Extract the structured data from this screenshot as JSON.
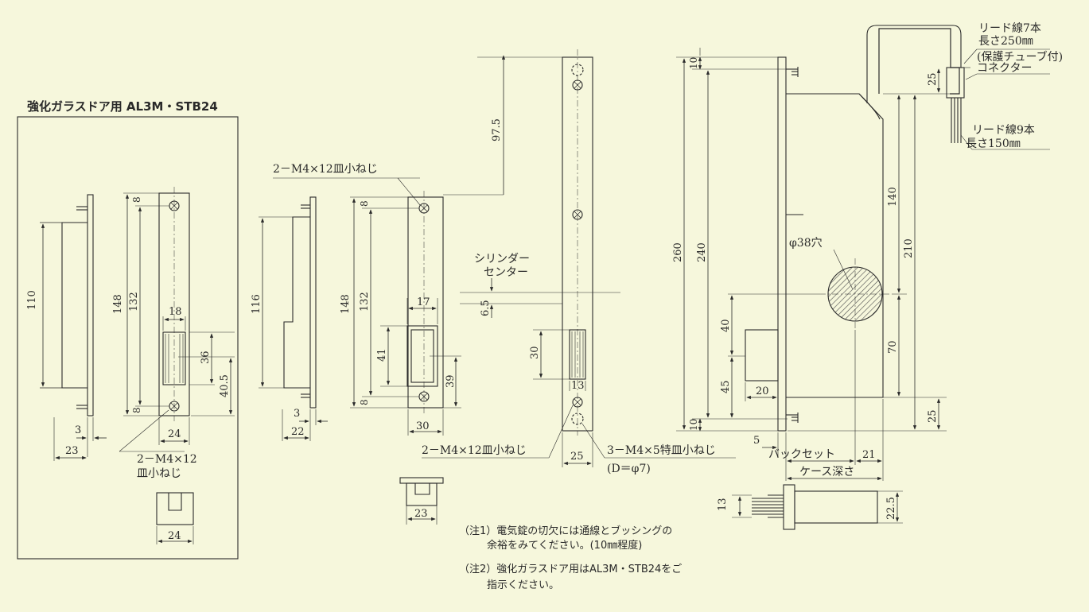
{
  "colors": {
    "background": "#f6f7dc",
    "line": "#2a2a2a",
    "hatch": "#555555"
  },
  "left_panel": {
    "title": "強化ガラスドア用 AL3M・STB24",
    "dims": [
      "110",
      "3",
      "23",
      "148",
      "132",
      "8",
      "8",
      "18",
      "36",
      "40.5",
      "24",
      "24"
    ],
    "screw_label_1": "2－M4×12",
    "screw_label_2": "皿小ねじ"
  },
  "middle": {
    "screw_label": "2－M4×12皿小ねじ",
    "dims": [
      "116",
      "3",
      "22",
      "148",
      "132",
      "8",
      "8",
      "17",
      "41",
      "39",
      "30",
      "23"
    ]
  },
  "faceplate": {
    "dims": [
      "97.5",
      "6.5",
      "30",
      "13",
      "25"
    ],
    "cylinder_label_1": "シリンダー",
    "cylinder_label_2": "センター",
    "screw_label_a": "2－M4×12皿小ねじ",
    "screw_label_b": "3－M4×5特皿小ねじ",
    "screw_label_b2": "(D＝φ7)"
  },
  "lock_body": {
    "dims_left": [
      "10",
      "260",
      "240",
      "40",
      "45",
      "10"
    ],
    "dims_right": [
      "25",
      "140",
      "210",
      "70",
      "25"
    ],
    "dims_bottom": [
      "20",
      "5",
      "21",
      "13",
      "22.5"
    ],
    "hole_label": "φ38穴",
    "backset_label": "バックセット",
    "case_depth_label": "ケース深さ",
    "lead7_1": "リード線7本",
    "lead7_2": "長さ250㎜",
    "lead7_3": "(保護チューブ付)",
    "connector": "コネクター",
    "lead9_1": "リード線9本",
    "lead9_2": "長さ150㎜"
  },
  "notes": [
    "（注1）電気錠の切欠には通線とブッシングの",
    "余裕をみてください。(10㎜程度)",
    "（注2）強化ガラスドア用はAL3M・STB24をご",
    "指示ください。"
  ]
}
